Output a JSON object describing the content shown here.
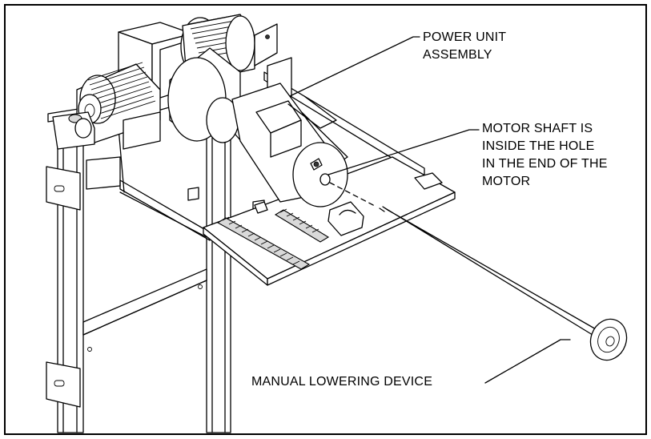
{
  "labels": {
    "power_unit": [
      "POWER UNIT",
      "ASSEMBLY"
    ],
    "motor_shaft": [
      "MOTOR SHAFT IS",
      "INSIDE THE HOLE",
      "IN THE END OF THE",
      "MOTOR"
    ],
    "manual_lowering": "MANUAL LOWERING DEVICE"
  }
}
